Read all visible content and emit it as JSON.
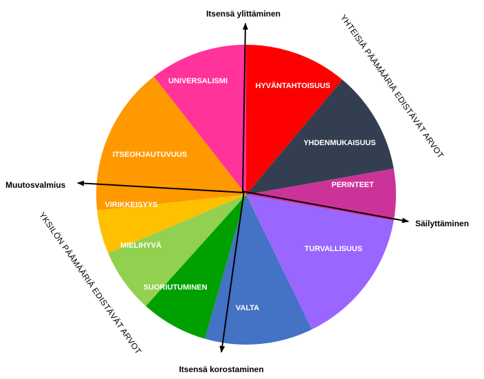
{
  "wheel": {
    "segments": [
      {
        "label": "HYVÄNTAHTOISUUS",
        "color": "#ff0000"
      },
      {
        "label": "YHDENMUKAISUUS",
        "color": "#333f50"
      },
      {
        "label": "PERINTEET",
        "color": "#cc3399"
      },
      {
        "label": "TURVALLISUUS",
        "color": "#9966ff"
      },
      {
        "label": "VALTA",
        "color": "#4472c4"
      },
      {
        "label": "SUORIUTUMINEN",
        "color": "#00a000"
      },
      {
        "label": "MIELIHYVÄ",
        "color": "#92d050"
      },
      {
        "label": "VIRIKKEISYYS",
        "color": "#ffc000"
      },
      {
        "label": "ITSEOHJAUTUVUUS",
        "color": "#ff9900"
      },
      {
        "label": "UNIVERSALISMI",
        "color": "#ff3399"
      }
    ]
  },
  "axes": {
    "top": "Itsensä ylittäminen",
    "bottom": "Itsensä korostaminen",
    "left": "Muutosvalmius",
    "right": "Säilyttäminen"
  },
  "groups": {
    "shared_goals": "YHTEISIÄ PÄÄMÄÄRIÄ EDISTÄVÄT ARVOT",
    "individual_goals": "YKSILÖN PÄÄMÄÄRIÄ EDISTÄVÄT ARVOT"
  }
}
